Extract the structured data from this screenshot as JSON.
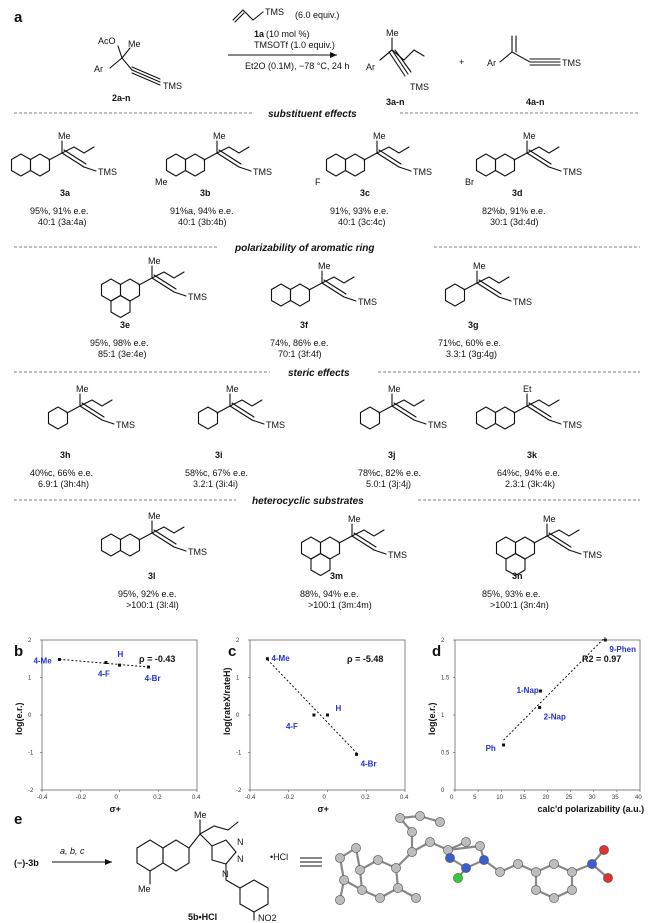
{
  "panel_labels": {
    "a": "a",
    "b": "b",
    "c": "c",
    "d": "d",
    "e": "e"
  },
  "scheme": {
    "reagent_top": "TMS",
    "reagent_equiv": "(6.0 equiv.)",
    "catalyst_id": "1a",
    "catalyst_load": "(10 mol %)",
    "additive": "TMSOTf (1.0 equiv.)",
    "conditions": "Et2O (0.1M), −78 °C, 24 h",
    "sm_acyl": "AcO",
    "sm_me": "Me",
    "sm_ar": "Ar",
    "sm_tms": "TMS",
    "sm_id": "2a-n",
    "p1_id": "3a-n",
    "p2_id": "4a-n",
    "plus": "+"
  },
  "sections": [
    {
      "title": "substituent effects"
    },
    {
      "title": "polarizability of aromatic ring"
    },
    {
      "title": "steric effects"
    },
    {
      "title": "heterocyclic substrates"
    }
  ],
  "compounds": [
    {
      "id": "3a",
      "line1": "95%, 91% e.e.",
      "line2": "40:1 (3a:4a)",
      "sub": "Me"
    },
    {
      "id": "3b",
      "line1": "91%a, 94% e.e.",
      "line2": "40:1 (3b:4b)",
      "sub": "Me"
    },
    {
      "id": "3c",
      "line1": "91%, 93% e.e.",
      "line2": "40:1 (3c:4c)",
      "sub": "F"
    },
    {
      "id": "3d",
      "line1": "82%b, 91% e.e.",
      "line2": "30:1 (3d:4d)",
      "sub": "Br"
    },
    {
      "id": "3e",
      "line1": "95%, 98% e.e.",
      "line2": "85:1 (3e:4e)"
    },
    {
      "id": "3f",
      "line1": "74%, 86% e.e.",
      "line2": "70:1 (3f:4f)"
    },
    {
      "id": "3g",
      "line1": "71%c, 60% e.e.",
      "line2": "3.3:1 (3g:4g)"
    },
    {
      "id": "3h",
      "line1": "40%c, 66% e.e.",
      "line2": "6.9:1 (3h:4h)"
    },
    {
      "id": "3i",
      "line1": "58%c, 67% e.e.",
      "line2": "3.2:1 (3i:4i)"
    },
    {
      "id": "3j",
      "line1": "78%c, 82% e.e.",
      "line2": "5.0:1 (3j:4j)"
    },
    {
      "id": "3k",
      "line1": "64%c, 94% e.e.",
      "line2": "2.3:1 (3k:4k)",
      "sub": "Et"
    },
    {
      "id": "3l",
      "line1": "95%, 92% e.e.",
      "line2": ">100:1 (3l:4l)"
    },
    {
      "id": "3m",
      "line1": "88%, 94% e.e.",
      "line2": ">100:1 (3m:4m)"
    },
    {
      "id": "3n",
      "line1": "85%, 93% e.e.",
      "line2": ">100:1 (3n:4n)"
    }
  ],
  "chart_data": [
    {
      "type": "scatter",
      "panel": "b",
      "xlabel": "σ+",
      "ylabel": "log(e.r.)",
      "xlim": [
        -0.4,
        0.4
      ],
      "ylim": [
        -2,
        2
      ],
      "xticks": [
        "-0.4",
        "-0.2",
        "0",
        "0.2",
        "0.4"
      ],
      "yticks": [
        "2",
        "1",
        "0",
        "-1",
        "-2"
      ],
      "annotation": "ρ = -0.43",
      "points": [
        {
          "label": "4-Me",
          "x": -0.31,
          "y": 1.48
        },
        {
          "label": "4-F",
          "x": -0.07,
          "y": 1.4
        },
        {
          "label": "H",
          "x": 0.0,
          "y": 1.33
        },
        {
          "label": "4-Br",
          "x": 0.15,
          "y": 1.28
        }
      ]
    },
    {
      "type": "scatter",
      "panel": "c",
      "xlabel": "σ+",
      "ylabel": "log(rateX/rateH)",
      "xlim": [
        -0.4,
        0.4
      ],
      "ylim": [
        -2,
        2
      ],
      "xticks": [
        "-0.4",
        "-0.2",
        "0",
        "0.2",
        "0.4"
      ],
      "yticks": [
        "2",
        "1",
        "0",
        "-1",
        "-2"
      ],
      "annotation": "ρ = -5.48",
      "points": [
        {
          "label": "4-Me",
          "x": -0.31,
          "y": 1.5
        },
        {
          "label": "4-F",
          "x": -0.07,
          "y": 0.0
        },
        {
          "label": "H",
          "x": 0.0,
          "y": 0.0
        },
        {
          "label": "4-Br",
          "x": 0.15,
          "y": -1.05
        }
      ]
    },
    {
      "type": "scatter",
      "panel": "d",
      "xlabel": "calc'd polarizability (a.u.)",
      "ylabel": "log(e.r.)",
      "xlim": [
        0,
        40
      ],
      "ylim": [
        0,
        2
      ],
      "xticks": [
        "0",
        "5",
        "10",
        "15",
        "20",
        "25",
        "30",
        "35",
        "40"
      ],
      "yticks": [
        "2",
        "1.5",
        "1",
        "0.5",
        "0"
      ],
      "annotation": "R2 = 0.97",
      "points": [
        {
          "label": "Ph",
          "x": 10.5,
          "y": 0.6
        },
        {
          "label": "2-Nap",
          "x": 18.3,
          "y": 1.1
        },
        {
          "label": "1-Nap",
          "x": 18.5,
          "y": 1.32
        },
        {
          "label": "9-Phen",
          "x": 32.5,
          "y": 2.0
        }
      ]
    }
  ],
  "panel_e": {
    "start": "(−)-3b",
    "steps": "a, b, c",
    "product": "5b•HCl",
    "salt": "•HCl",
    "no2": "NO2",
    "me": "Me",
    "n_label": "N"
  }
}
